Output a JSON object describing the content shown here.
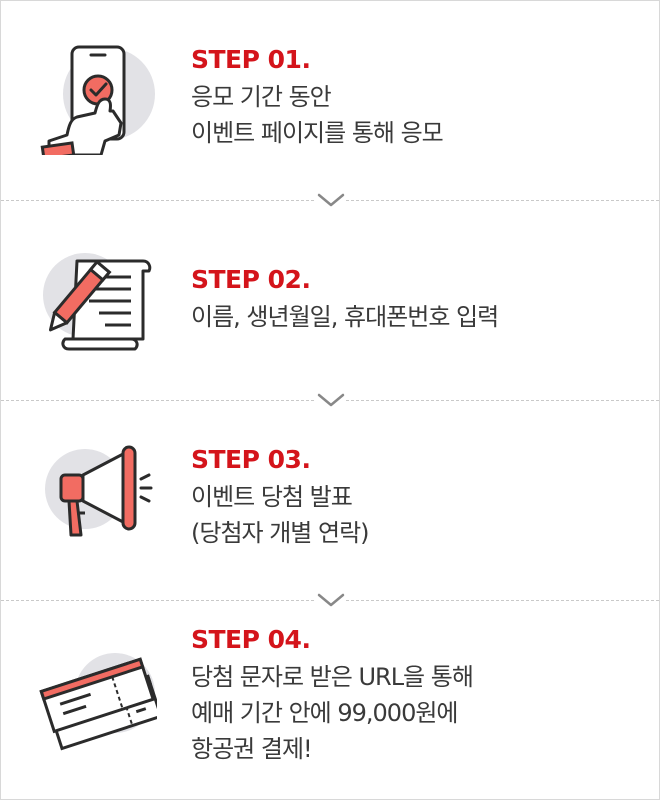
{
  "steps": [
    {
      "label": "STEP 01.",
      "icon": "phone-touch-icon",
      "lines": [
        "응모 기간 동안",
        "이벤트 페이지를 통해 응모"
      ]
    },
    {
      "label": "STEP 02.",
      "icon": "document-pen-icon",
      "lines": [
        "이름, 생년월일, 휴대폰번호 입력"
      ]
    },
    {
      "label": "STEP 03.",
      "icon": "megaphone-icon",
      "lines": [
        "이벤트 당첨 발표",
        "(당첨자 개별 연락)"
      ]
    },
    {
      "label": "STEP 04.",
      "icon": "ticket-icon",
      "lines": [
        "당첨 문자로 받은 URL을 통해",
        "예매 기간 안에 99,000원에",
        "항공권 결제!"
      ]
    }
  ],
  "colors": {
    "accent": "#d4141b",
    "icon_fill": "#f26c62",
    "icon_stroke": "#2b2b2b",
    "icon_bg": "#e2e2e6",
    "text": "#3a3a3a",
    "divider": "#c9c9c9"
  }
}
